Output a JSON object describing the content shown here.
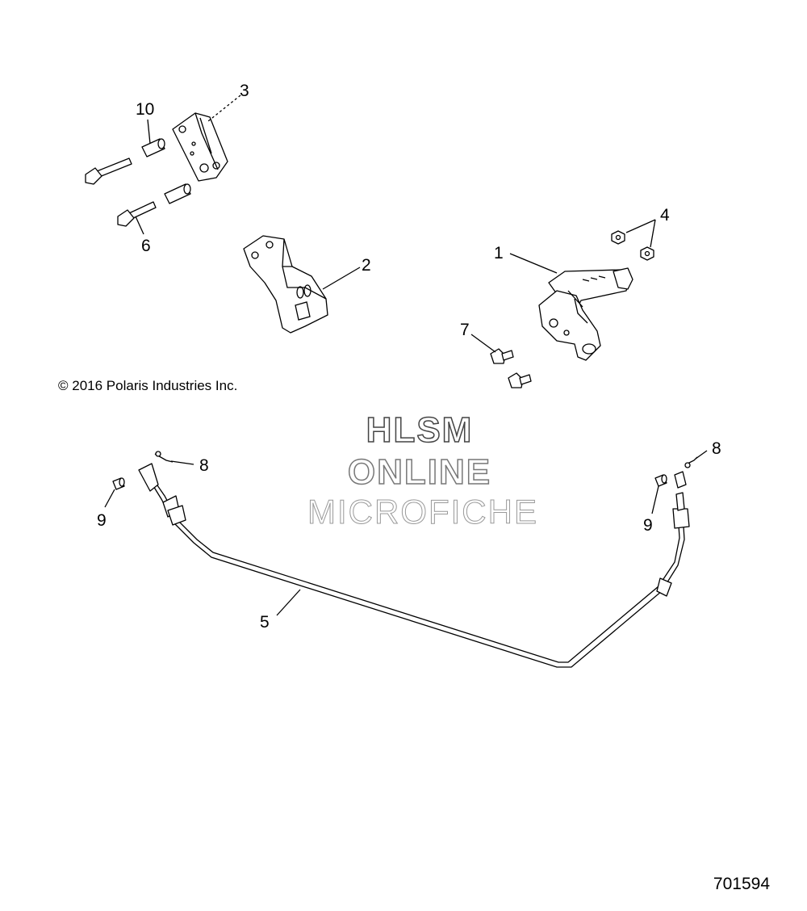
{
  "copyright": "© 2016  Polaris Industries Inc.",
  "diagram_id": "701594",
  "watermark": {
    "line1": "HLSM",
    "line2": "ONLINE",
    "line3": "MICROFICHE"
  },
  "callouts": {
    "c1": "1",
    "c2": "2",
    "c3": "3",
    "c4": "4",
    "c5": "5",
    "c6": "6",
    "c7": "7",
    "c8_left": "8",
    "c8_right": "8",
    "c9_left": "9",
    "c9_right": "9",
    "c10": "10"
  }
}
